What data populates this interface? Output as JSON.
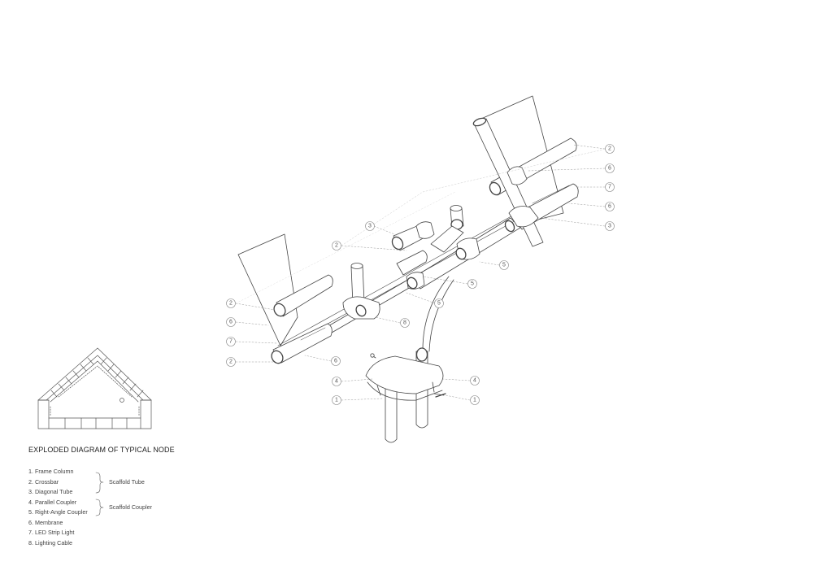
{
  "title": "EXPLODED DIAGRAM OF TYPICAL NODE",
  "legend": [
    "1. Frame Column",
    "2. Crossbar",
    "3. Diagonal Tube",
    "4. Parallel Coupler",
    "5. Right-Angle Coupler",
    "6. Membrane",
    "7. LED Strip Light",
    "8. Lighting Cable"
  ],
  "groups": {
    "scaffold_tube": "Scaffold Tube",
    "scaffold_coupler": "Scaffold Coupler"
  },
  "callouts": {
    "left": [
      "2",
      "6",
      "7",
      "2",
      "4",
      "1"
    ],
    "right": [
      "2",
      "6",
      "7",
      "6",
      "3",
      "4",
      "1"
    ],
    "inner": [
      "3",
      "2",
      "5",
      "5",
      "5",
      "8",
      "6"
    ]
  }
}
